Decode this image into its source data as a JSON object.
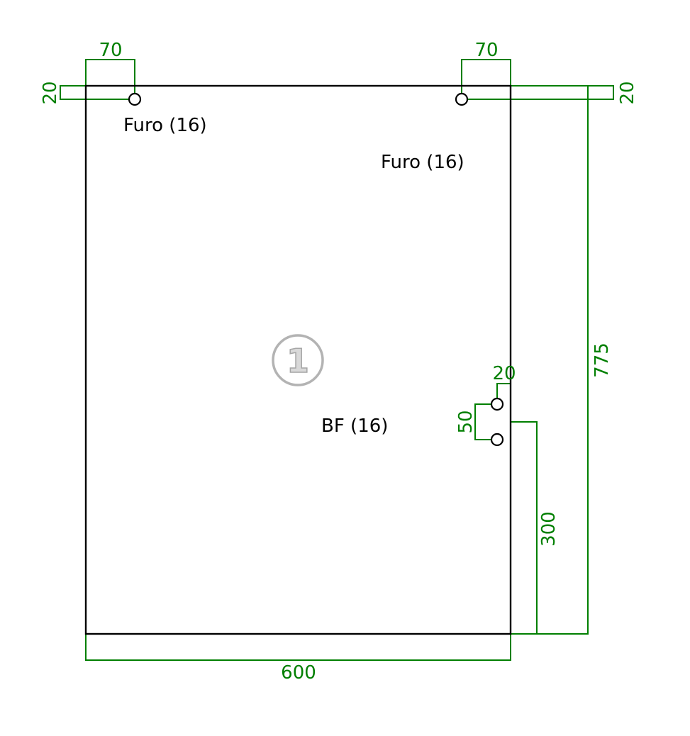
{
  "drawing": {
    "part_number": "1",
    "colors": {
      "part": "#000000",
      "dimension": "#007f00",
      "badge": "#b3b3b3"
    }
  },
  "dimensions": {
    "width": "600",
    "height": "775",
    "hole_left_x": "70",
    "hole_right_x": "70",
    "hole_left_y": "20",
    "hole_right_y": "20",
    "bf_edge_offset": "20",
    "bf_spacing": "50",
    "bf_height": "300"
  },
  "labels": {
    "hole_left": "Furo (16)",
    "hole_right": "Furo (16)",
    "bf": "BF (16)"
  }
}
